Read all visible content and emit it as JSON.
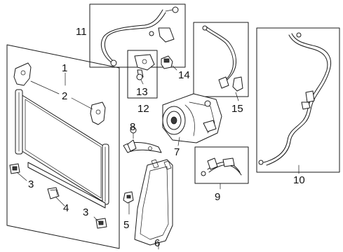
{
  "labels": {
    "c1": "1",
    "c2": "2",
    "c3a": "3",
    "c3b": "3",
    "c4": "4",
    "c5": "5",
    "c6": "6",
    "c7": "7",
    "c8": "8",
    "c9": "9",
    "c10": "10",
    "c11": "11",
    "c12": "12",
    "c13": "13",
    "c14": "14",
    "c15": "15"
  }
}
